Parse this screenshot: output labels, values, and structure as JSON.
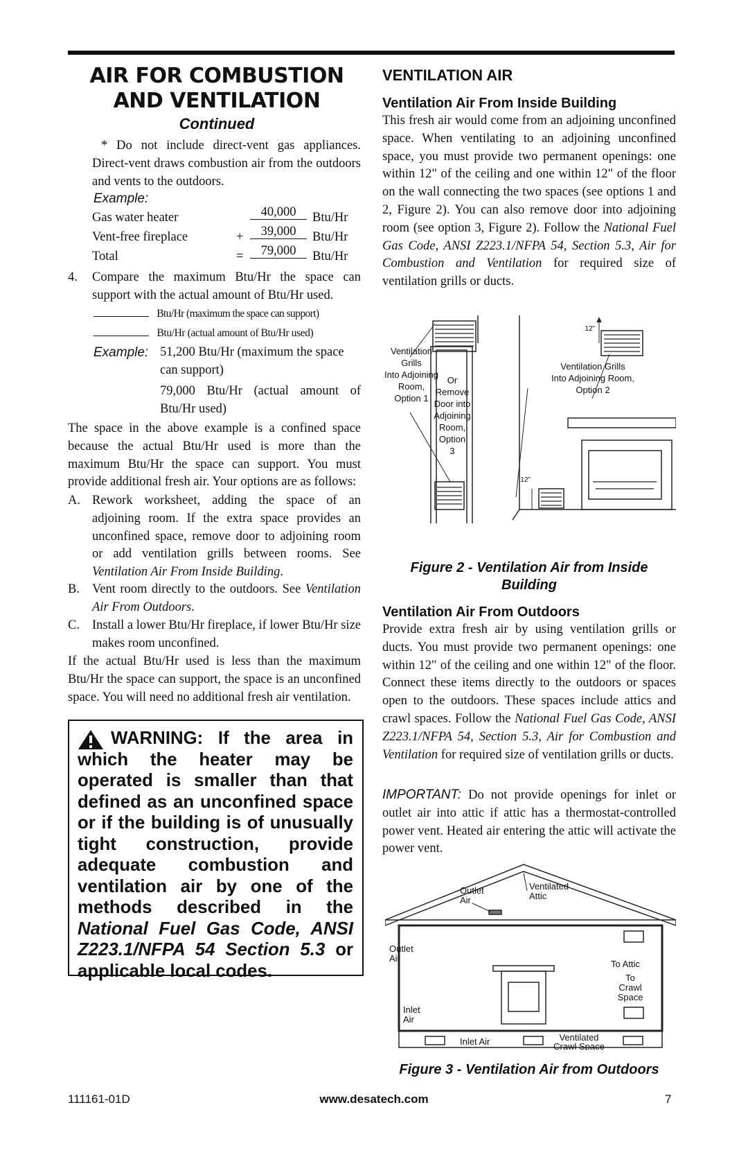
{
  "left": {
    "title_line1": "AIR FOR COMBUSTION",
    "title_line2": "AND VENTILATION",
    "continued": "Continued",
    "note": "* Do not include direct-vent gas appliances. Direct-vent draws combustion air from the outdoors and vents to the outdoors.",
    "example_label": "Example:",
    "calc": [
      {
        "label": "Gas water heater",
        "op": "",
        "value": "40,000",
        "unit": "Btu/Hr"
      },
      {
        "label": "Vent-free fireplace",
        "op": "+",
        "value": "39,000",
        "unit": "Btu/Hr"
      },
      {
        "label": "Total",
        "op": "=",
        "value": "79,000",
        "unit": "Btu/Hr"
      }
    ],
    "step4_num": "4.",
    "step4_text": "Compare the maximum Btu/Hr the space can support with the actual amount of Btu/Hr used.",
    "blank_line1": "Btu/Hr (maximum the space can support)",
    "blank_line2": "Btu/Hr (actual amount of Btu/Hr used)",
    "example2_label": "Example:",
    "example2_a": "51,200 Btu/Hr (maximum the space can support)",
    "example2_b": "79,000 Btu/Hr (actual amount of Btu/Hr used)",
    "para1": "The space in the above example is a confined space because the actual Btu/Hr used is more than the maximum Btu/Hr the space can support. You must provide additional fresh air. Your options are as follows:",
    "optA_letter": "A.",
    "optA_text": "Rework worksheet, adding the space of an adjoining room. If the extra space provides an unconfined space, remove door to adjoining room or add ventilation grills between rooms. See ",
    "optA_ref": "Ventilation Air From Inside Building",
    "optB_letter": "B.",
    "optB_text": "Vent room directly to the outdoors. See ",
    "optB_ref": "Ventilation Air From Outdoors",
    "optC_letter": "C.",
    "optC_text": "Install a lower Btu/Hr fireplace, if lower Btu/Hr size makes room unconfined.",
    "para2": "If the actual Btu/Hr used is less than the maximum Btu/Hr the space can support, the space is an unconfined space. You will need no additional fresh air ventilation.",
    "warning_a": "WARNING: If the area in which the heater may be operated is smaller than that defined as an unconfined space or if the building is of unusually tight construction, provide adequate combustion and ventilation air by one of the methods described in the ",
    "warning_ref": "National Fuel Gas Code, ANSI Z223.1/NFPA 54 Section 5.3",
    "warning_b": " or applicable local codes."
  },
  "right": {
    "heading": "VENTILATION AIR",
    "sub1": "Ventilation Air From Inside Building",
    "p1_a": "This fresh air would come from an adjoining unconfined space. When ventilating to an adjoining unconfined space, you must provide two permanent openings: one within 12\" of the ceiling and one within 12\" of the floor on the wall connecting the two spaces (see options 1 and 2, Figure 2). You can also remove door into adjoining room (see option 3, Figure 2). Follow the ",
    "p1_ref": "National Fuel Gas Code, ANSI Z223.1/NFPA 54, Section 5.3, Air for Combustion and Ventilation",
    "p1_b": " for required size of ventilation grills or ducts.",
    "fig2_caption": "Figure 2 - Ventilation Air from Inside Building",
    "fig2_labels": {
      "opt1": [
        "Ventilation",
        "Grills",
        "Into Adjoining",
        "Room,",
        "Option 1"
      ],
      "opt3": [
        "Or",
        "Remove",
        "Door into",
        "Adjoining",
        "Room,",
        "Option",
        "3"
      ],
      "opt2": [
        "Ventilation Grills",
        "Into Adjoining Room,",
        "Option 2"
      ],
      "dim_top": "12\"",
      "dim_bottom": "12\""
    },
    "sub2": "Ventilation Air From Outdoors",
    "p2_a": "Provide extra fresh air by using ventilation grills or ducts. You must provide two permanent openings: one within 12\" of the ceiling and one within 12\" of the floor. Connect these items directly to the outdoors or spaces open to the outdoors. These spaces include attics and crawl spaces. Follow the ",
    "p2_ref": "National Fuel Gas Code, ANSI Z223.1/NFPA 54, Section 5.3, Air for Combustion and Ventilation",
    "p2_b": " for required size of ventilation grills or ducts.",
    "important_label": "IMPORTANT:",
    "p3": " Do not provide openings for inlet or outlet air into attic if attic has a thermostat-controlled power vent. Heated air entering the attic will activate the power vent.",
    "fig3_caption": "Figure 3 - Ventilation Air from Outdoors",
    "fig3_labels": {
      "outlet_air_roof": [
        "Outlet",
        "Air"
      ],
      "ventilated_attic": [
        "Ventilated",
        "Attic"
      ],
      "outlet_air_wall": [
        "Outlet",
        "Air"
      ],
      "to_attic": "To Attic",
      "to_crawl": [
        "To",
        "Crawl",
        "Space"
      ],
      "inlet_air_wall": [
        "Inlet",
        "Air"
      ],
      "inlet_air_floor": "Inlet Air",
      "ventilated_crawl": [
        "Ventilated",
        "Crawl Space"
      ]
    }
  },
  "footer": {
    "part_no": "111161-01D",
    "url": "www.desatech.com",
    "page": "7"
  }
}
